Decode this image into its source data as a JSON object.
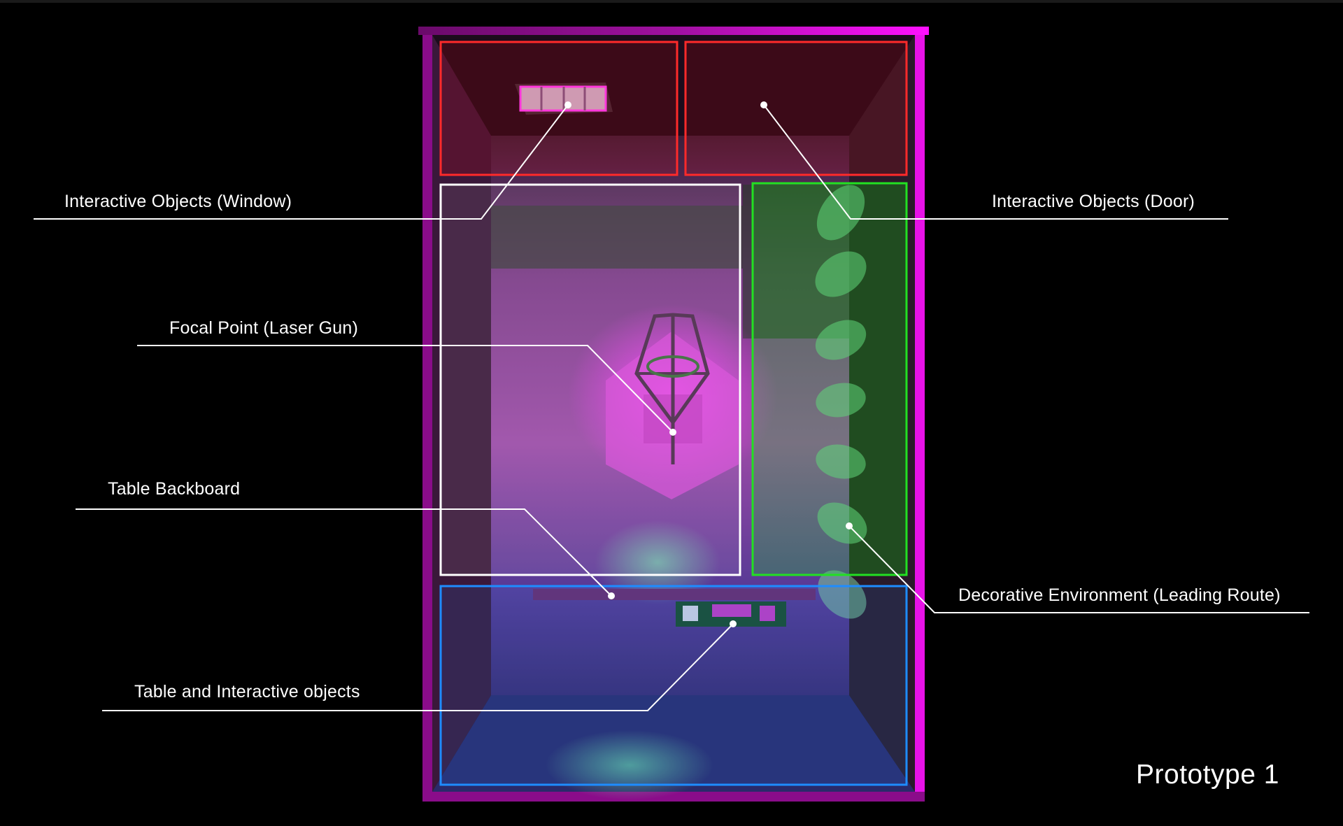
{
  "title": "Prototype 1",
  "annotations": {
    "window": "Interactive Objects (Window)",
    "door": "Interactive Objects (Door)",
    "focal": "Focal Point (Laser Gun)",
    "backboard": "Table Backboard",
    "route": "Decorative Environment (Leading Route)",
    "table": "Table and Interactive objects"
  },
  "colors": {
    "background": "#000000",
    "room_frame": "#c20fc2",
    "interactive_box": "#ff2a2a",
    "focal_box": "#ffffff",
    "route_box": "#22e022",
    "table_box": "#1e8cff",
    "leader_line": "#ffffff"
  }
}
